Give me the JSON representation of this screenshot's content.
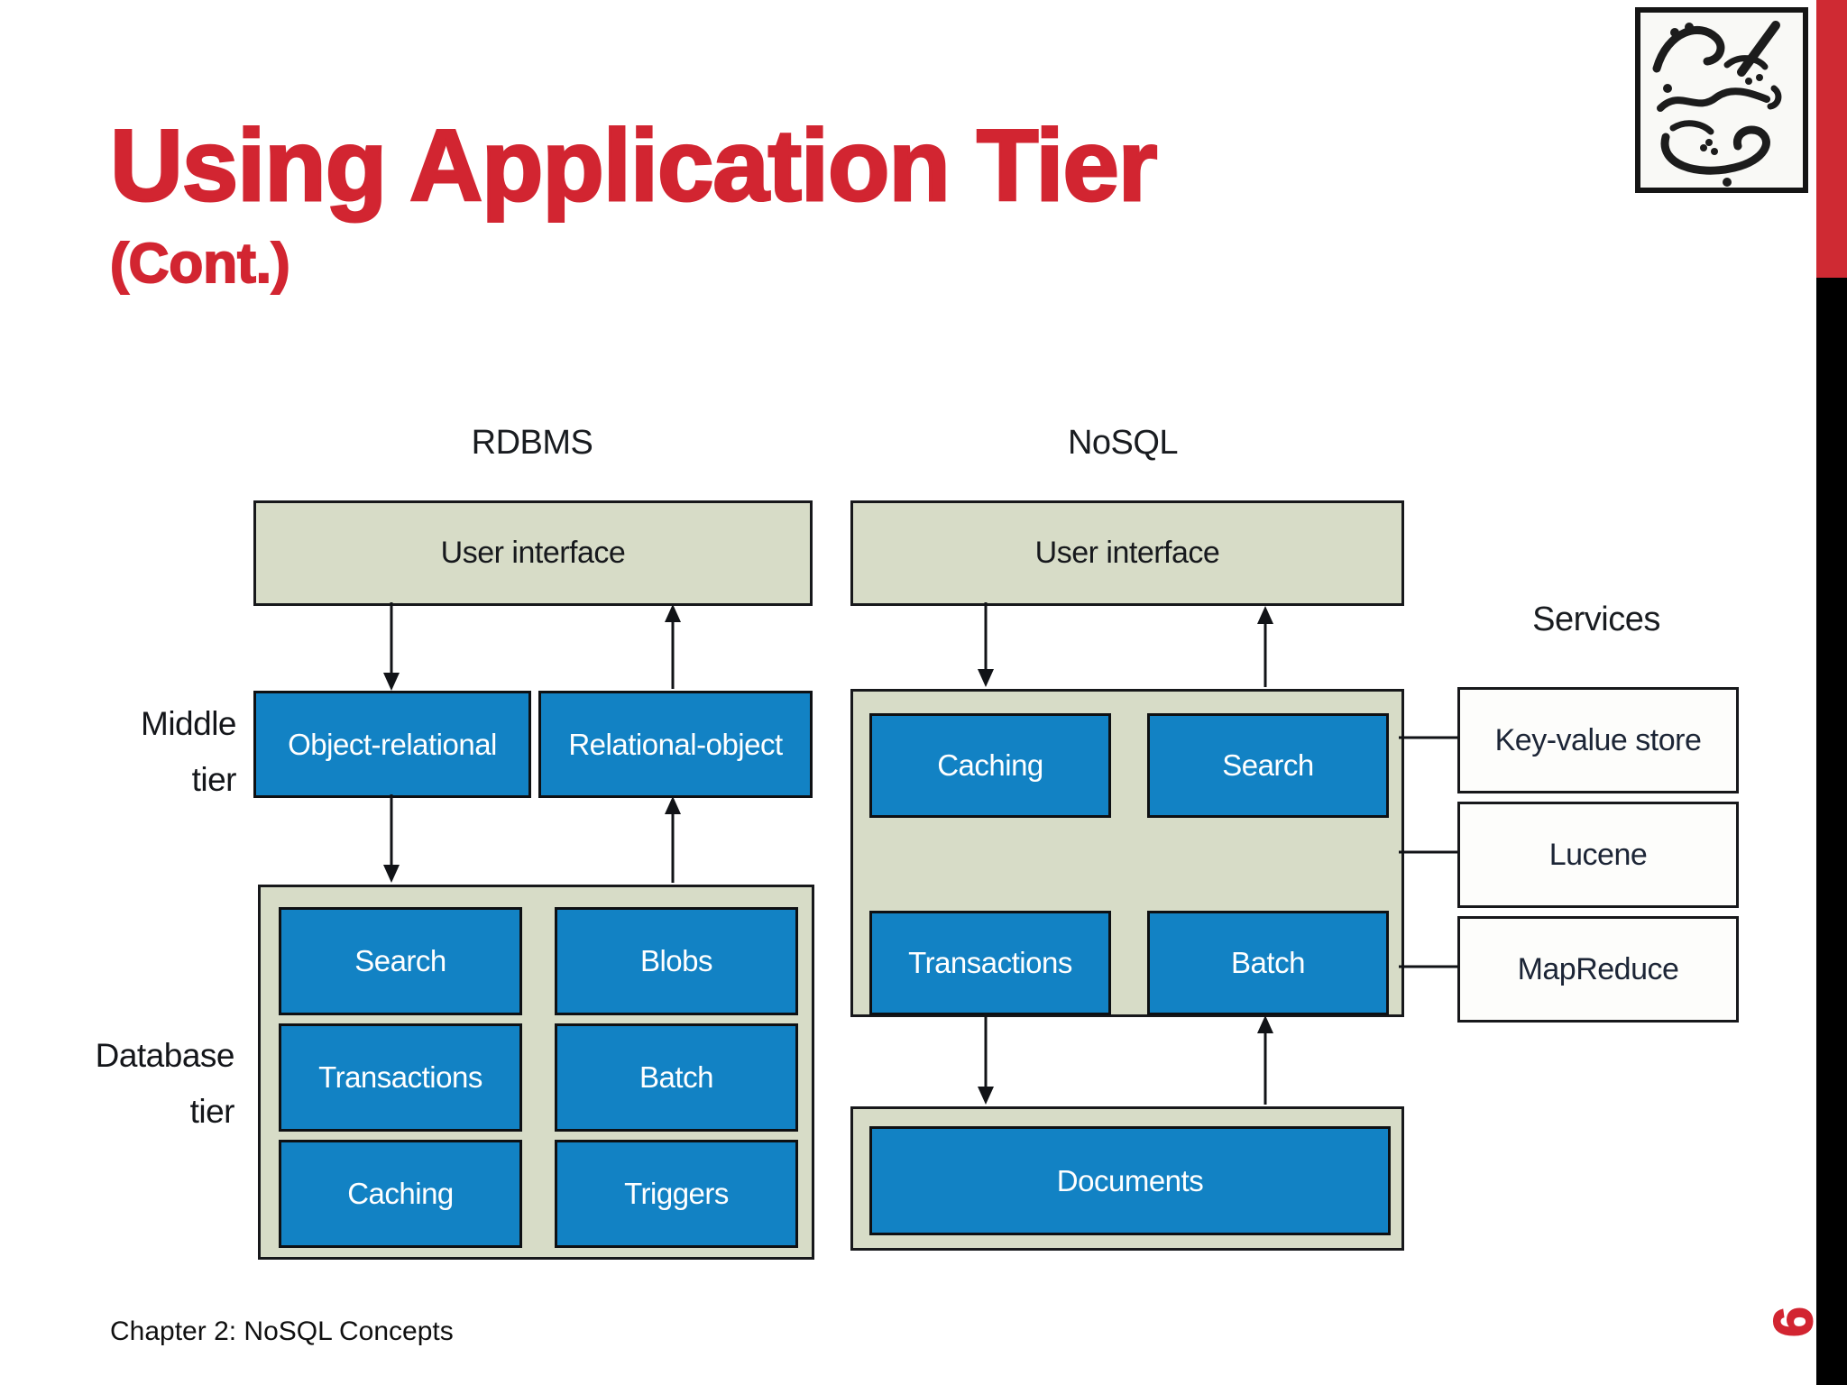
{
  "slide": {
    "title_line1": "Using Application Tier",
    "title_line2": "(Cont.)",
    "footer": "Chapter 2: NoSQL Concepts",
    "page_number": "6",
    "accent_red": "#d22531",
    "bar_black": "#000000"
  },
  "diagram": {
    "rdbms": {
      "heading": "RDBMS",
      "user_interface": "User interface",
      "middle_tier_label_line1": "Middle",
      "middle_tier_label_line2": "tier",
      "middle_boxes": [
        "Object-relational",
        "Relational-object"
      ],
      "database_tier_label_line1": "Database",
      "database_tier_label_line2": "tier",
      "database_boxes": [
        "Search",
        "Blobs",
        "Transactions",
        "Batch",
        "Caching",
        "Triggers"
      ]
    },
    "nosql": {
      "heading": "NoSQL",
      "user_interface": "User interface",
      "inner_boxes": [
        "Caching",
        "Search",
        "Transactions",
        "Batch"
      ],
      "documents_box": "Documents"
    },
    "services": {
      "heading": "Services",
      "boxes": [
        "Key-value store",
        "Lucene",
        "MapReduce"
      ]
    },
    "colors": {
      "box_bg": "#d7dcc7",
      "blue": "#1282c4",
      "border": "#17181b"
    }
  }
}
